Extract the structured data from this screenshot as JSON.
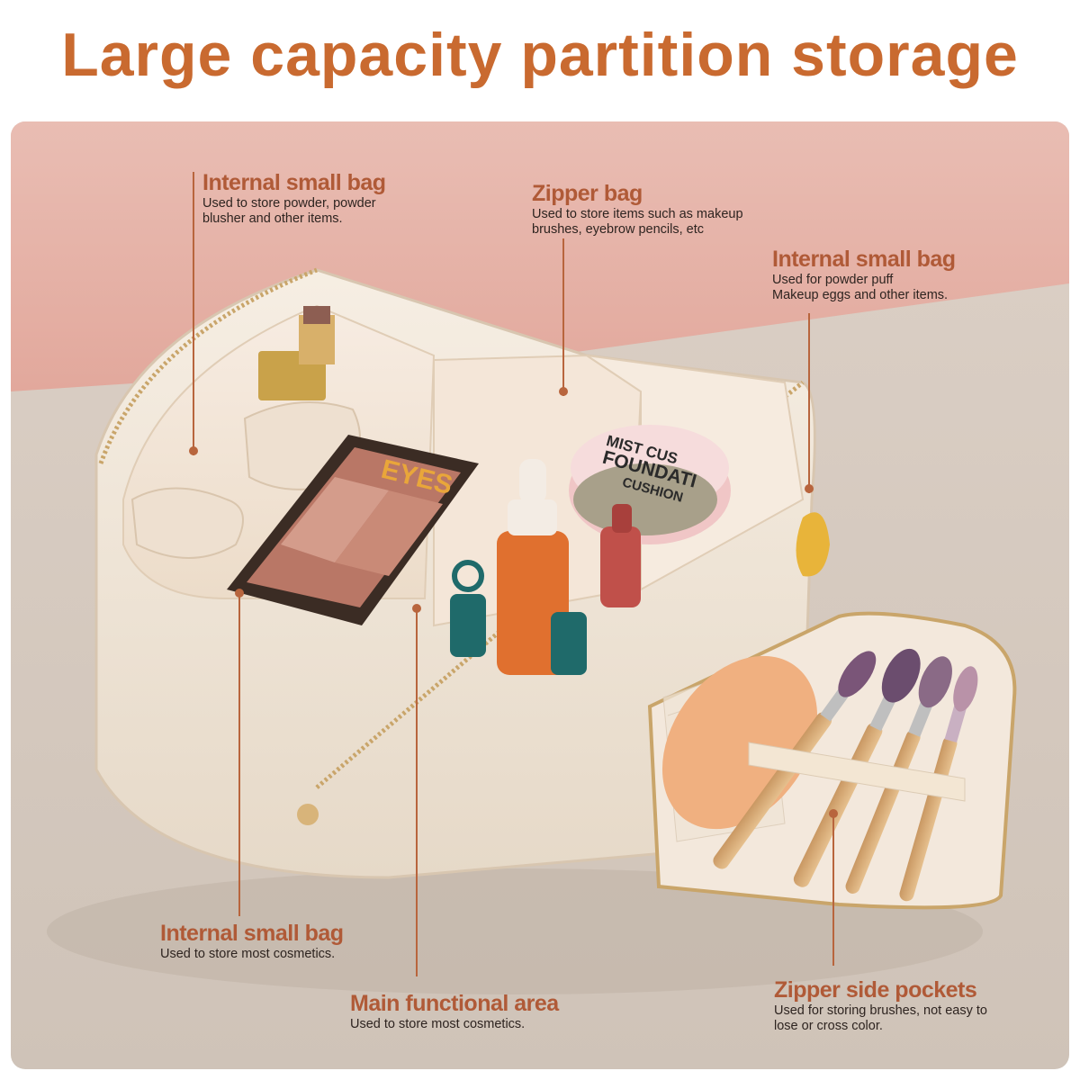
{
  "title": "Large capacity partition storage",
  "colors": {
    "title": "#c96a30",
    "heading": "#b05a37",
    "body_text": "#2e2420",
    "background_top": "#e7b4aa",
    "background_bottom": "#d9ccc0",
    "bag": "#f3e9dc",
    "leader_line": "#b8653d"
  },
  "callouts": [
    {
      "heading": "Internal small bag",
      "description": "Used to store powder, powder\nblusher and other items."
    },
    {
      "heading": "Zipper bag",
      "description": "Used to store items such as makeup\nbrushes, eyebrow pencils, etc"
    },
    {
      "heading": "Internal small bag",
      "description": "Used for powder puff\nMakeup eggs and other items."
    },
    {
      "heading": "Internal small bag",
      "description": "Used to store most cosmetics."
    },
    {
      "heading": "Main functional area",
      "description": "Used to store most cosmetics."
    },
    {
      "heading": "Zipper side pockets",
      "description": "Used for storing brushes, not easy to\nlose or cross color."
    }
  ],
  "product_labels": {
    "palette": "EYES",
    "cushion_line1": "MIST CUS",
    "cushion_line2": "FOUNDATI",
    "cushion_line3": "CUSHION"
  },
  "icons": [
    "lipstick",
    "eyeshadow-palette",
    "serum-bottle",
    "foundation-cushion",
    "makeup-brushes",
    "makeup-sponge"
  ]
}
